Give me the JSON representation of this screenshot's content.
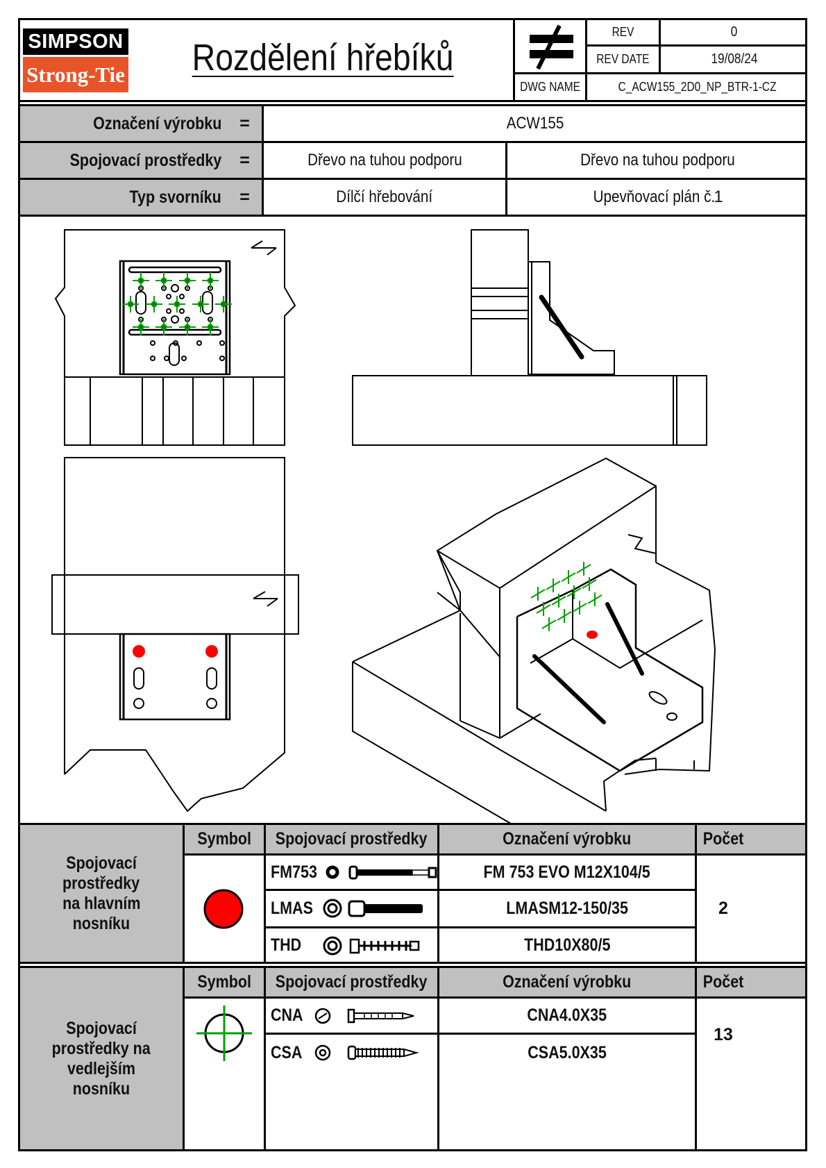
{
  "header": {
    "logo_top": "SIMPSON",
    "logo_bottom": "Strong-Tie",
    "title": "Rozdělení hřebíků",
    "symbol_icon": "not-equal-icon",
    "rev_label": "REV",
    "rev_value": "0",
    "rev_date_label": "REV DATE",
    "rev_date_value": "19/08/24",
    "dwg_name_label": "DWG NAME",
    "dwg_name_value": "C_ACW155_2D0_NP_BTR-1-CZ"
  },
  "info": {
    "equals": "=",
    "rows": [
      {
        "label": "Označení výrobku",
        "values": [
          "ACW155"
        ]
      },
      {
        "label": "Spojovací prostředky",
        "values": [
          "Dřevo na tuhou podporu",
          "Dřevo na tuhou podporu"
        ]
      },
      {
        "label": "Typ svorníku",
        "values": [
          "Dílčí hřebování",
          "Upevňovací plán č."
        ],
        "plan_number": "1"
      }
    ]
  },
  "colors": {
    "main_beam_fastener": "#ff0000",
    "secondary_beam_fastener": "#00a000",
    "header_grey": "#c0c0c0",
    "logo_orange": "#e8542a"
  },
  "tables": [
    {
      "section_label": "Spojovací prostředky na hlavním nosníku",
      "section_lines": [
        "Spojovací",
        "prostředky",
        "na hlavním",
        "nosníku"
      ],
      "col_symbol": "Symbol",
      "col_fasteners": "Spojovací prostředky",
      "col_product": "Označení výrobku",
      "col_count": "Počet",
      "symbol": "red-dot-icon",
      "count": "2",
      "rows": [
        {
          "code": "FM753",
          "product": "FM 753 EVO M12X104/5",
          "icon": "anchor-bolt-icon"
        },
        {
          "code": "LMAS",
          "product": "LMASM12-150/35",
          "icon": "hex-bolt-icon"
        },
        {
          "code": "THD",
          "product": "THD10X80/5",
          "icon": "concrete-screw-icon"
        }
      ]
    },
    {
      "section_label": "Spojovací prostředky na vedlejším nosníku",
      "section_lines": [
        "Spojovací",
        "prostředky na",
        "vedlejším",
        "nosníku"
      ],
      "col_symbol": "Symbol",
      "col_fasteners": "Spojovací prostředky",
      "col_product": "Označení výrobku",
      "col_count": "Počet",
      "symbol": "green-crosshair-icon",
      "count": "13",
      "rows": [
        {
          "code": "CNA",
          "product": "CNA4.0X35",
          "icon": "nail-icon"
        },
        {
          "code": "CSA",
          "product": "CSA5.0X35",
          "icon": "screw-icon"
        }
      ]
    }
  ]
}
